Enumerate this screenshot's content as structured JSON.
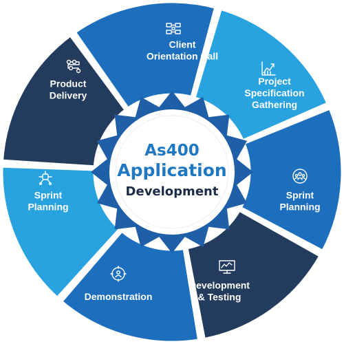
{
  "center": {
    "line1": "As400",
    "line2": "Application",
    "line3": "Development"
  },
  "segments": [
    {
      "id": "client-orientation-call",
      "lines": [
        "Client",
        "Orientation Call"
      ],
      "color": "#1d6fbe",
      "icon": "server-icon"
    },
    {
      "id": "project-specification-gathering",
      "lines": [
        "Project",
        "Specification",
        "Gathering"
      ],
      "color": "#29a3e0",
      "icon": "chart-icon"
    },
    {
      "id": "sprint-planning-right",
      "lines": [
        "Sprint",
        "Planning"
      ],
      "color": "#1d6fbe",
      "icon": "team-icon"
    },
    {
      "id": "development-testing",
      "lines": [
        "Development",
        "& Testing"
      ],
      "color": "#233b5c",
      "icon": "monitor-icon"
    },
    {
      "id": "demonstration",
      "lines": [
        "Demonstration"
      ],
      "color": "#1d6fbe",
      "icon": "user-target-icon"
    },
    {
      "id": "sprint-planning-left",
      "lines": [
        "Sprint",
        "Planning"
      ],
      "color": "#29a3e0",
      "icon": "network-icon"
    },
    {
      "id": "product-delivery",
      "lines": [
        "Product",
        "Delivery"
      ],
      "color": "#233b5c",
      "icon": "workflow-icon"
    }
  ],
  "colors": {
    "dark_navy": "#233b5c",
    "mid_blue": "#1d6fbe",
    "light_blue": "#29a3e0",
    "starburst": "#1f5fa8",
    "center_title": "#1f78c1",
    "center_sub": "#1b2b45"
  }
}
